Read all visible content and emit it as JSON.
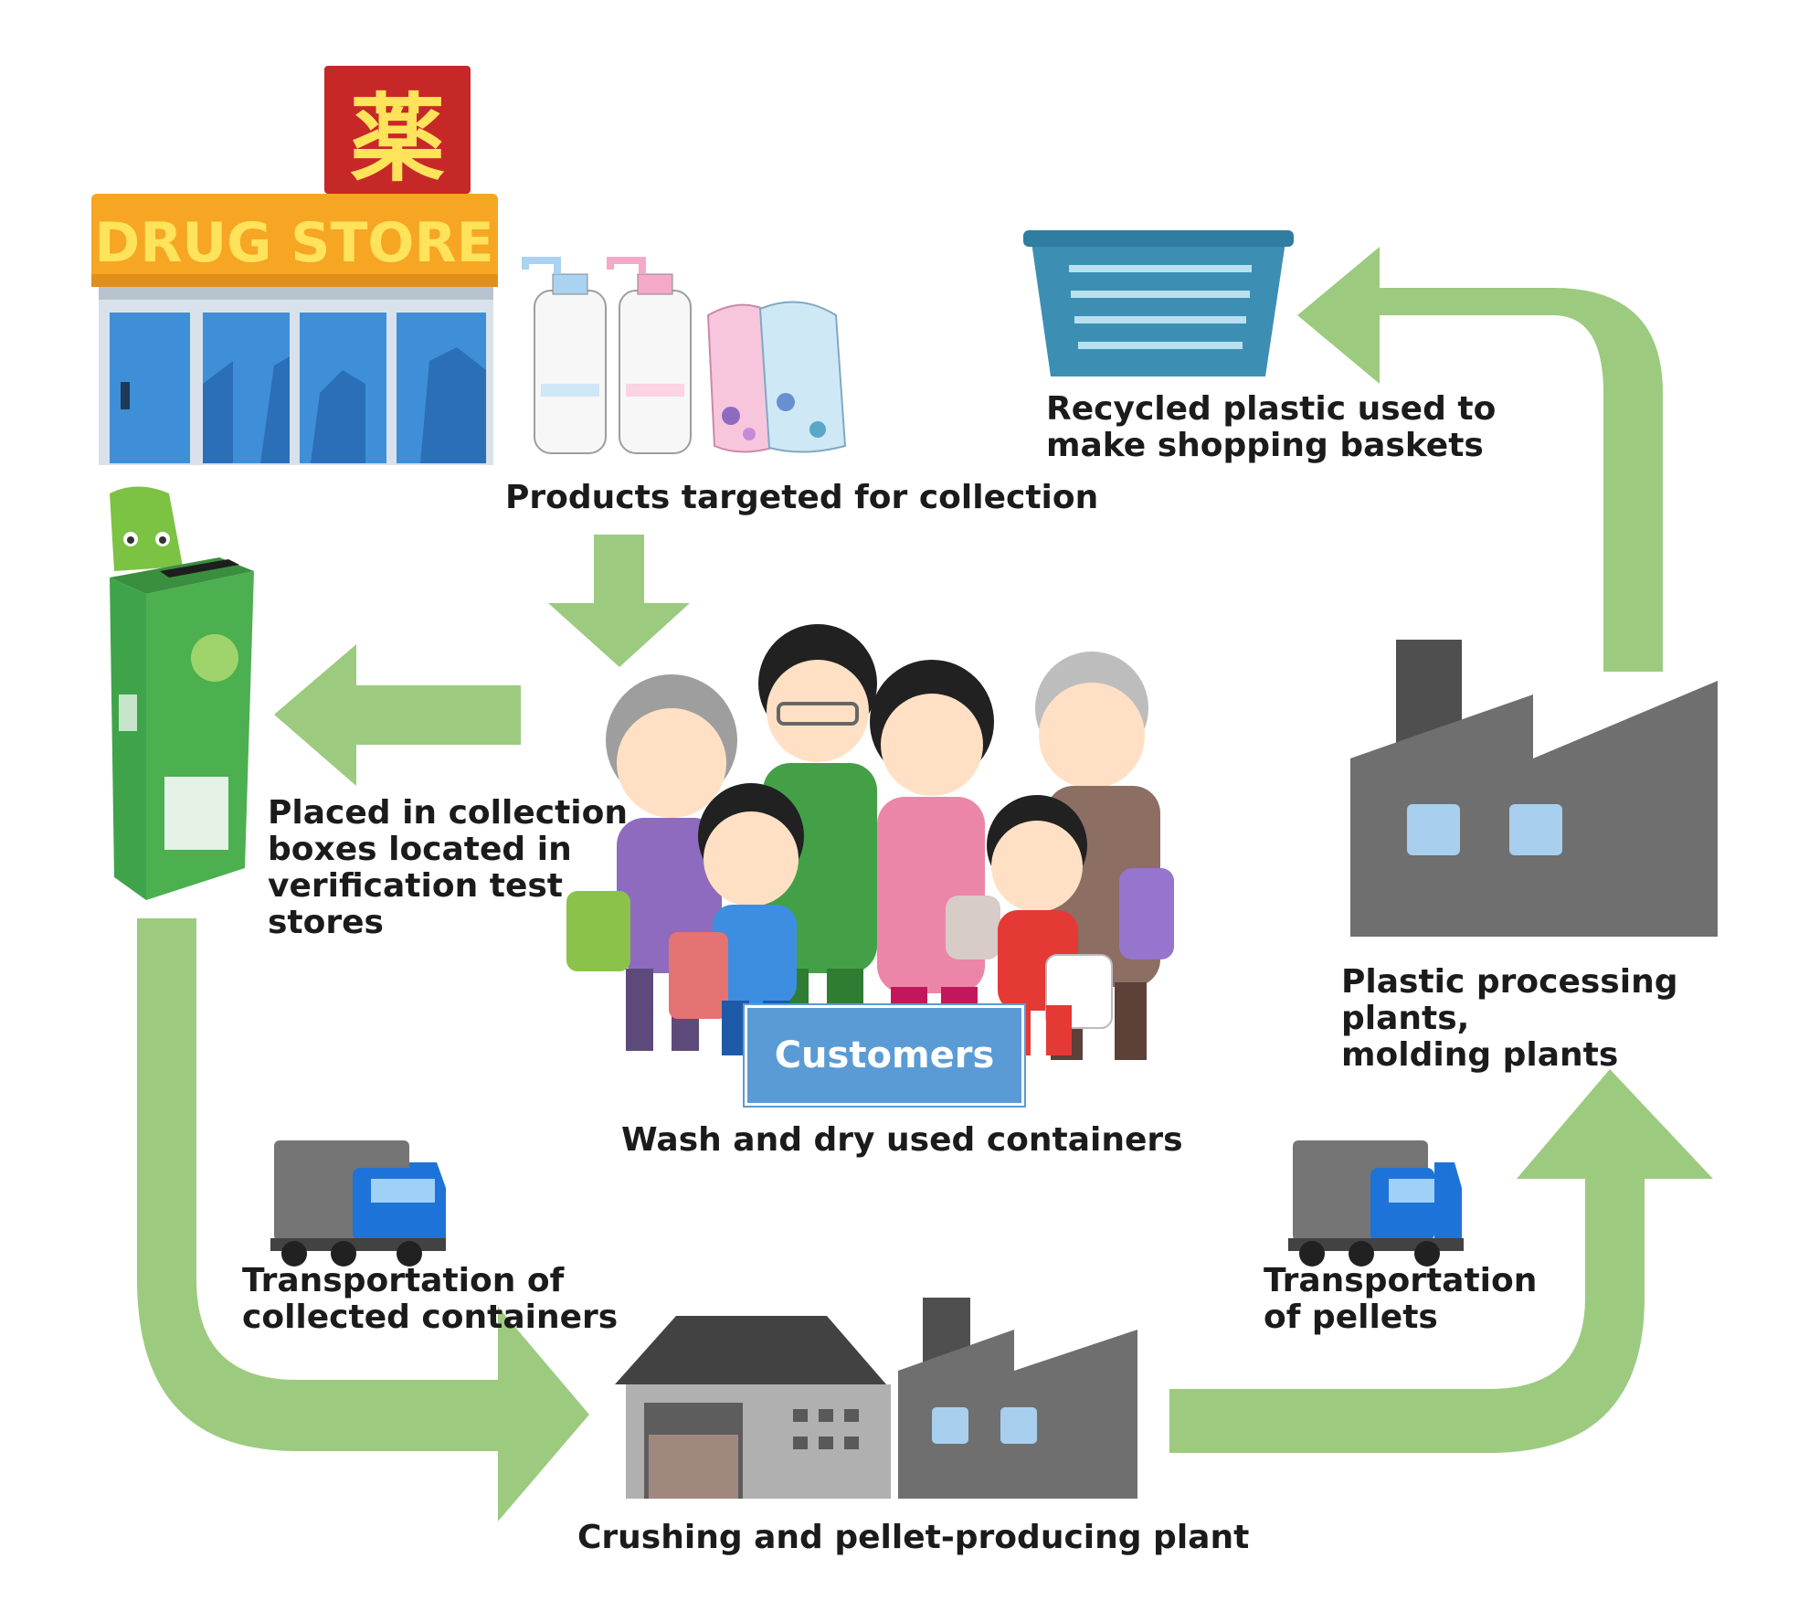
{
  "store": {
    "sign": "DRUG STORE",
    "kanji": "薬"
  },
  "labels": {
    "products": "Products targeted for collection",
    "recycled": "Recycled plastic used to\nmake shopping baskets",
    "collection_boxes": "Placed in collection\nboxes located in\nverification test\nstores",
    "customers": "Customers",
    "wash_dry": "Wash and dry used containers",
    "processing_plants": "Plastic processing plants,\nmolding plants",
    "transport_collected": "Transportation of\ncollected containers",
    "transport_pellets": "Transportation\nof pellets",
    "crushing_plant": "Crushing and pellet-producing plant"
  },
  "colors": {
    "arrow": "#9ccb7f",
    "sign_orange": "#f6a623",
    "sign_text": "#ffe35b",
    "kanji_red": "#c62828",
    "badge_blue": "#5b9bd5",
    "factory_gray": "#6f6f6f",
    "truck_blue": "#1e73d8",
    "basket_blue": "#3c8fb3",
    "box_green": "#4caf50"
  }
}
